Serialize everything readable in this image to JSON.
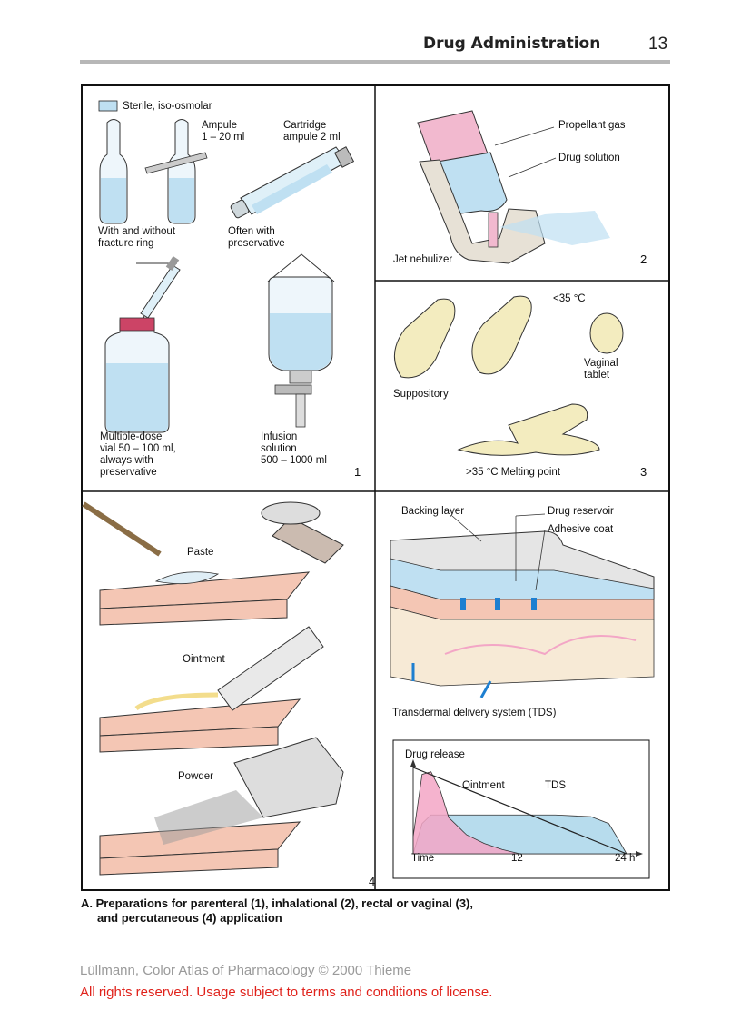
{
  "header": {
    "title": "Drug Administration",
    "page_number": "13"
  },
  "panel1": {
    "legend": "Sterile, iso-osmolar",
    "ampule": "Ampule\n1 – 20 ml",
    "cartridge": "Cartridge\nampule 2 ml",
    "with_without": "With and without\nfracture ring",
    "often": "Often with\npreservative",
    "multi": "Multiple-dose\nvial 50 – 100 ml,\nalways with\npreservative",
    "infusion": "Infusion\nsolution\n500 – 1000 ml",
    "number": "1"
  },
  "panel2": {
    "propellant": "Propellant gas",
    "drug_solution": "Drug solution",
    "jet": "Jet nebulizer",
    "number": "2"
  },
  "panel3": {
    "temp_low": "35 °C",
    "vaginal": "Vaginal\ntablet",
    "suppository": "Suppository",
    "melting": "35 °C Melting point",
    "number": "3"
  },
  "panel4": {
    "paste": "Paste",
    "ointment": "Ointment",
    "powder": "Powder",
    "backing": "Backing layer",
    "reservoir": "Drug reservoir",
    "adhesive": "Adhesive coat",
    "tds": "Transdermal delivery system (TDS)",
    "number": "4"
  },
  "chart_data": {
    "type": "area",
    "title": "Drug release",
    "xlabel": "Time",
    "x_ticks": [
      "12",
      "24 h"
    ],
    "xlim": [
      0,
      24
    ],
    "series": [
      {
        "name": "Ointment",
        "x": [
          0,
          1,
          2,
          3,
          4,
          6,
          8,
          10,
          12
        ],
        "y": [
          0.2,
          0.92,
          0.95,
          0.75,
          0.42,
          0.22,
          0.12,
          0.05,
          0
        ]
      },
      {
        "name": "TDS",
        "x": [
          0,
          1,
          2,
          4,
          8,
          16,
          20,
          22,
          23,
          24
        ],
        "y": [
          0,
          0.35,
          0.45,
          0.45,
          0.45,
          0.45,
          0.43,
          0.35,
          0.18,
          0
        ]
      }
    ],
    "reference_line": {
      "x": [
        0,
        24
      ],
      "y": [
        1.0,
        0
      ]
    }
  },
  "caption": {
    "line1": "A. Preparations for parenteral (1),  inhalational (2), rectal or vaginal (3),",
    "line2": "and percutaneous (4) application"
  },
  "footer": {
    "copyright": "Lüllmann, Color Atlas of Pharmacology © 2000 Thieme",
    "rights": "All rights reserved. Usage subject to terms and conditions of license."
  },
  "colors": {
    "fluid": "#bfe0f2",
    "skin": "#f4c6b4",
    "suppository": "#f3ecbf",
    "inhaler": "#f2b9cf",
    "ointment_curve": "#f3a6c6",
    "tds_curve": "#aad6ea",
    "rights_red": "#e0221b"
  }
}
